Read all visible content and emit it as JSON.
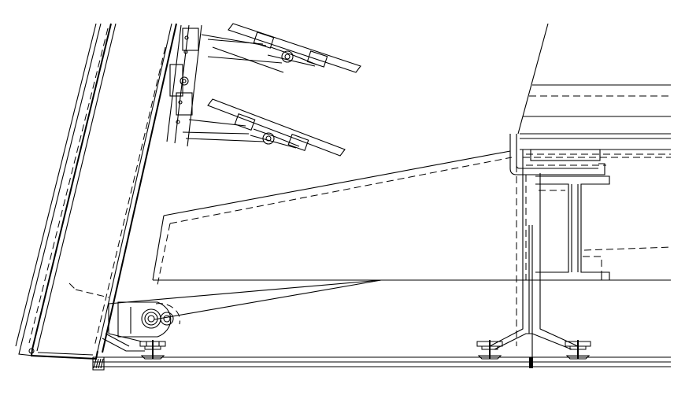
{
  "drawing": {
    "background": "#ffffff",
    "line_color": "#000000",
    "components": [
      "inclined-wall-panel",
      "upper-bracket",
      "lower-bracket",
      "hinge-pin",
      "leveling-foot",
      "support-frame",
      "i-beam-column",
      "top-flange-channel",
      "floor-rail"
    ]
  }
}
